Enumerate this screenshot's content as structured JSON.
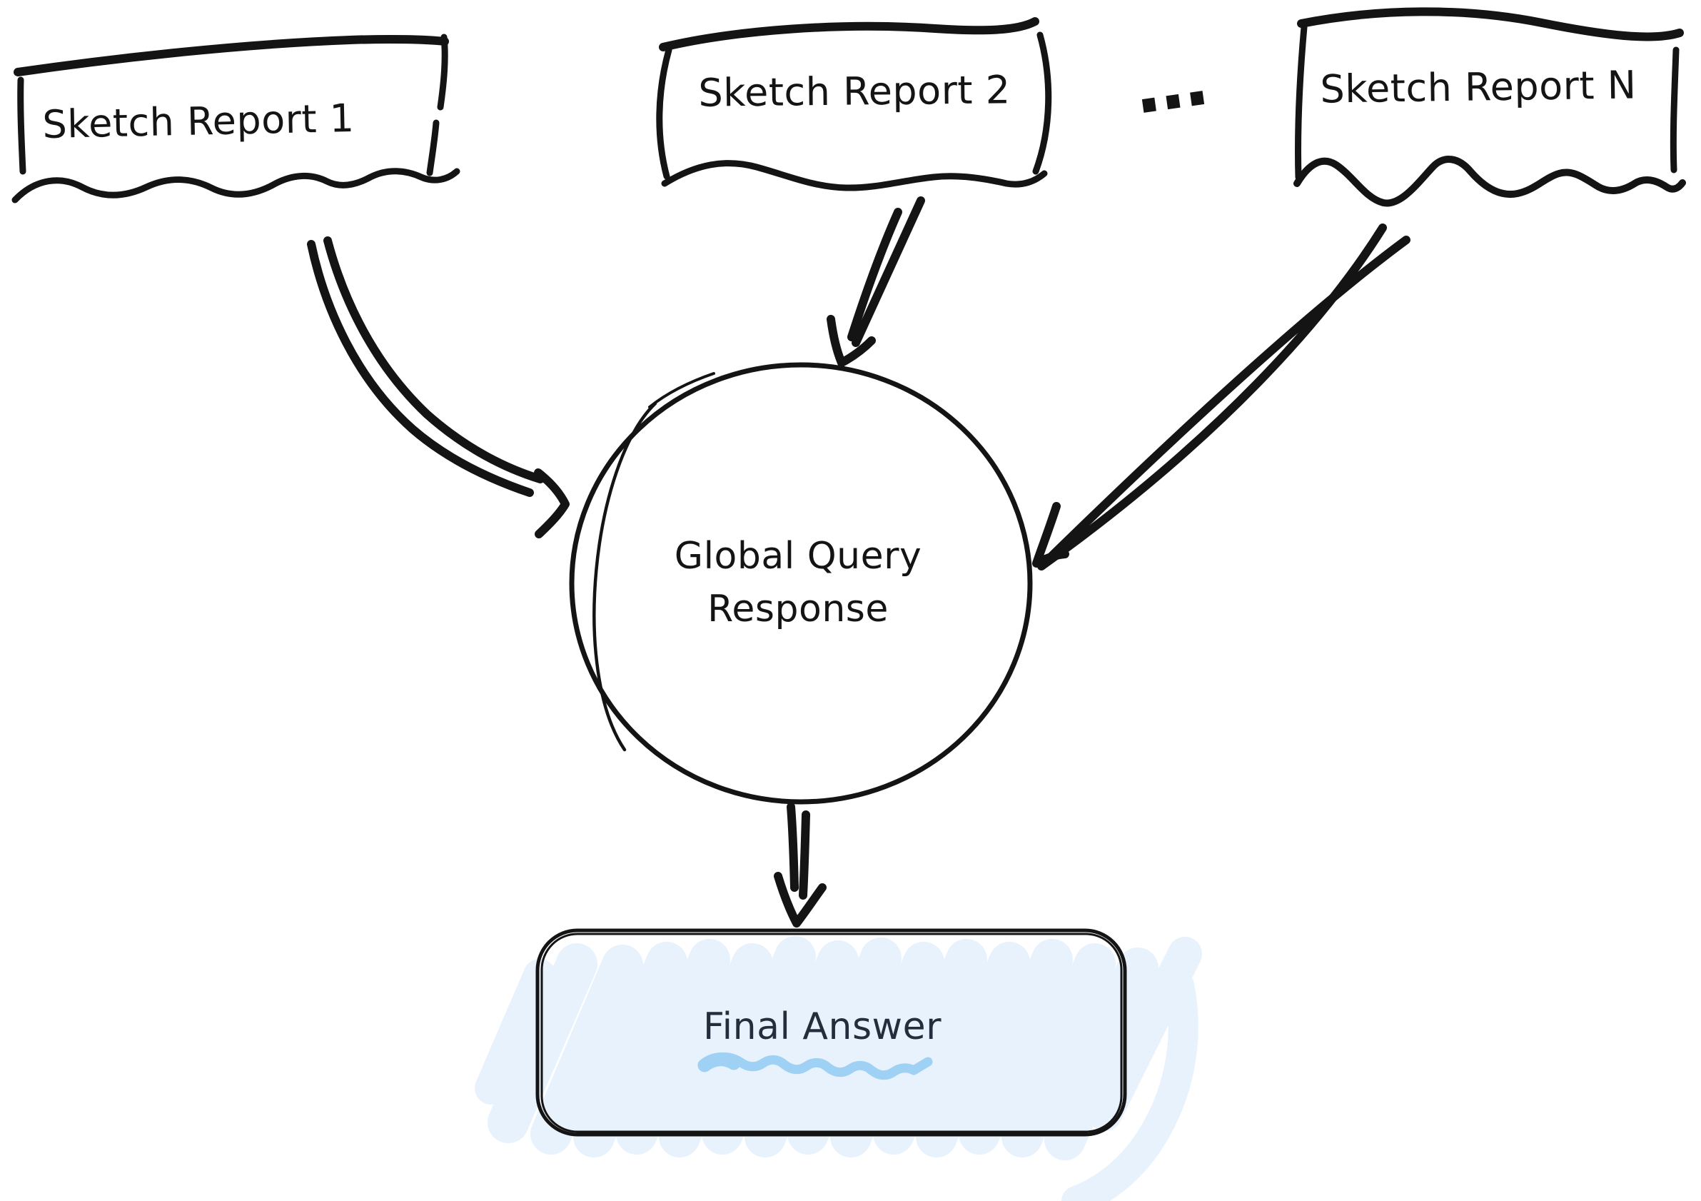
{
  "title": "Sketch report aggregation diagram",
  "colors": {
    "background": "#ffffff",
    "ink": "#141414",
    "final_text": "#232e3c",
    "highlight": "#e8f2fd",
    "underline": "#9ed1f4"
  },
  "nodes": {
    "report1": {
      "label": "Sketch Report 1",
      "shape": "torn-paper"
    },
    "report2": {
      "label": "Sketch Report 2",
      "shape": "torn-paper"
    },
    "ellipsis": {
      "label": "..."
    },
    "reportN": {
      "label": "Sketch Report N",
      "shape": "torn-paper"
    },
    "aggregator": {
      "line1": "Global Query",
      "line2": "Response",
      "shape": "circle"
    },
    "final": {
      "label": "Final Answer",
      "shape": "rounded-rect-highlighted"
    }
  },
  "edges": [
    {
      "from": "Sketch Report 1",
      "to": "Global Query Response"
    },
    {
      "from": "Sketch Report 2",
      "to": "Global Query Response"
    },
    {
      "from": "Sketch Report N",
      "to": "Global Query Response"
    },
    {
      "from": "Global Query Response",
      "to": "Final Answer"
    }
  ]
}
